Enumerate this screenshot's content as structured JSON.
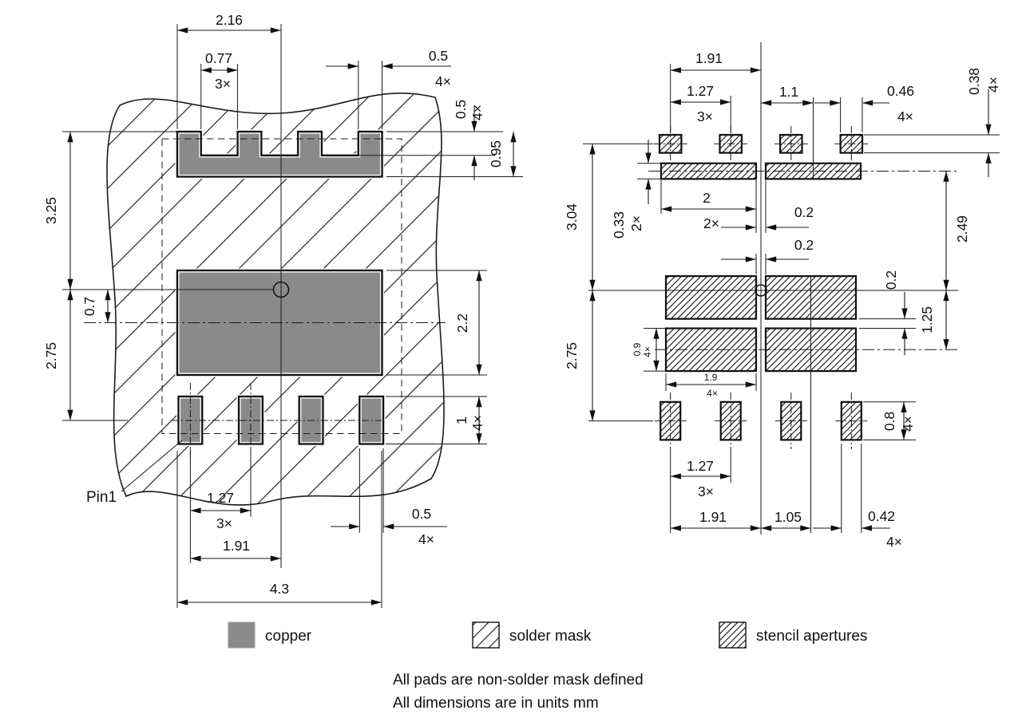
{
  "colors": {
    "copper": "#8a8a8a",
    "line": "#1a1a1a"
  },
  "left_view": {
    "pin1_label": "Pin1",
    "dims": {
      "top_width": {
        "v": "2.16"
      },
      "notch_pitch": {
        "v": "0.77",
        "n": "3×"
      },
      "tooth_width": {
        "v": "0.5",
        "n": "4×"
      },
      "notch_depth": {
        "v": "0.5",
        "n": "4×"
      },
      "top_pad_height": {
        "v": "0.95"
      },
      "upper_span": {
        "v": "3.25"
      },
      "center_offset": {
        "v": "0.7"
      },
      "lower_span": {
        "v": "2.75"
      },
      "center_pad_height": {
        "v": "2.2"
      },
      "bottom_pad_height": {
        "v": "1",
        "n": "4×"
      },
      "bottom_pitch": {
        "v": "1.27",
        "n": "3×"
      },
      "bottom_pad_width": {
        "v": "0.5",
        "n": "4×"
      },
      "pin1_to_center": {
        "v": "1.91"
      },
      "overall_width": {
        "v": "4.3"
      }
    }
  },
  "right_view": {
    "dims": {
      "top_first_to_center": {
        "v": "1.91"
      },
      "top_pitch": {
        "v": "1.27",
        "n": "3×"
      },
      "bar_center_offset": {
        "v": "1.1"
      },
      "dot_width": {
        "v": "0.46",
        "n": "4×"
      },
      "dot_height": {
        "v": "0.38",
        "n": "4×"
      },
      "bar_height": {
        "v": "0.33",
        "n": "2×"
      },
      "bar_width": {
        "v": "2",
        "n": "2×"
      },
      "bar_gap": {
        "v": "0.2"
      },
      "aperture_gap": {
        "v": "0.2"
      },
      "row_gap": {
        "v": "0.2"
      },
      "upper_span": {
        "v": "3.04"
      },
      "bar_to_center": {
        "v": "2.49"
      },
      "center_to_lower_row": {
        "v": "1.25"
      },
      "lower_span": {
        "v": "2.75"
      },
      "aperture_height": {
        "v": "0.9",
        "n": "4×"
      },
      "aperture_width": {
        "v": "1.9",
        "n": "4×"
      },
      "pad_ap_height": {
        "v": "0.8",
        "n": "4×"
      },
      "bottom_pitch": {
        "v": "1.27",
        "n": "3×"
      },
      "bottom_first_to_center": {
        "v": "1.91"
      },
      "ap_center_offset": {
        "v": "1.05"
      },
      "pad_ap_width": {
        "v": "0.42",
        "n": "4×"
      }
    }
  },
  "legend": {
    "copper": "copper",
    "solder_mask": "solder mask",
    "stencil": "stencil apertures"
  },
  "notes": {
    "line1": "All pads are non-solder mask defined",
    "line2": "All dimensions are in units mm"
  }
}
